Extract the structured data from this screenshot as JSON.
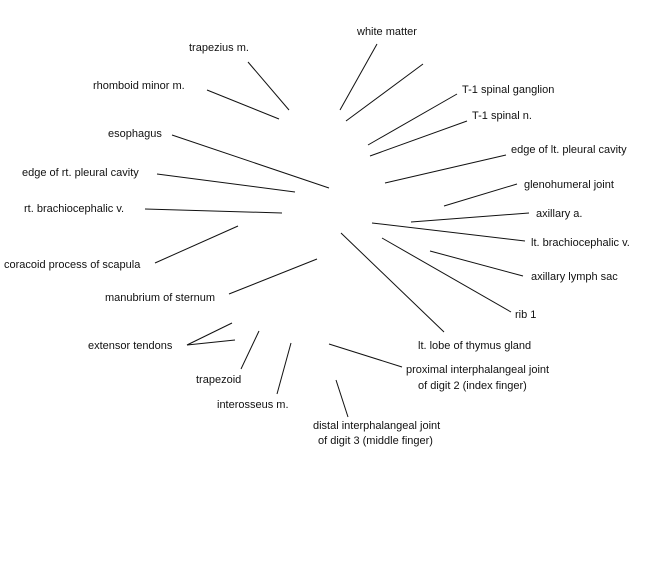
{
  "labels": {
    "white_matter": "white matter",
    "trapezius": "trapezius m.",
    "rhomboid_minor": "rhomboid minor m.",
    "t1_spinal_ganglion": "T-1 spinal ganglion",
    "t1_spinal_nerve": "T-1 spinal n.",
    "esophagus": "esophagus",
    "edge_lt_pleural": "edge of lt. pleural cavity",
    "edge_rt_pleural": "edge of rt. pleural cavity",
    "glenohumeral_joint": "glenohumeral joint",
    "rt_brachiocephalic": "rt. brachiocephalic v.",
    "axillary_artery": "axillary a.",
    "lt_brachiocephalic": "lt. brachiocephalic v.",
    "coracoid_process": "coracoid process of scapula",
    "axillary_lymph_sac": "axillary lymph sac",
    "manubrium": "manubrium of sternum",
    "rib_1": "rib 1",
    "lt_thymus_lobe": "lt. lobe of thymus gland",
    "extensor_tendons": "extensor tendons",
    "pip_joint_line1": "proximal interphalangeal joint",
    "pip_joint_line2": "of digit 2 (index finger)",
    "trapezoid": "trapezoid",
    "interosseus": "interosseus m.",
    "dip_joint_line1": "distal interphalangeal joint",
    "dip_joint_line2": "of digit 3 (middle finger)"
  },
  "style": {
    "line_color": "#111111",
    "text_color": "#111111",
    "background": "#ffffff"
  }
}
